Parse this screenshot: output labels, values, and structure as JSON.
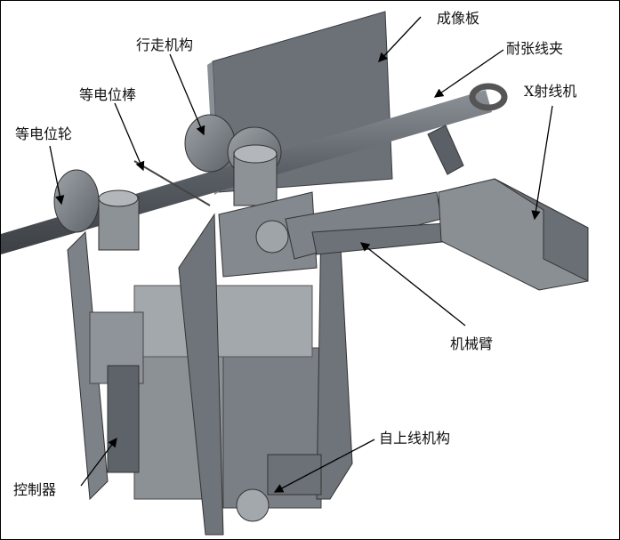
{
  "figure": {
    "labels": {
      "imaging_plate": "成像板",
      "walking_mechanism": "行走机构",
      "tension_clamp": "耐张线夹",
      "equipotential_rod": "等电位棒",
      "xray_machine": "X射线机",
      "equipotential_wheel": "等电位轮",
      "mechanical_arm": "机械臂",
      "self_mounting_mechanism": "自上线机构",
      "controller": "控制器"
    }
  }
}
